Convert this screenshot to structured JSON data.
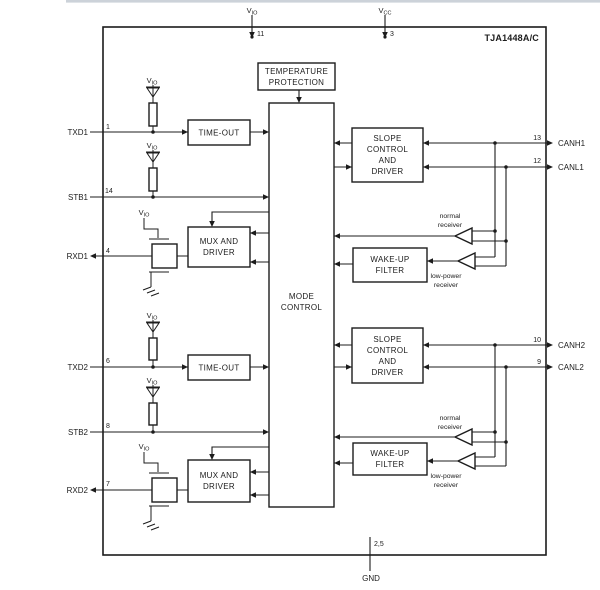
{
  "diagram": {
    "title": "TJA1448A/C",
    "colors": {
      "line": "#1c1c1c",
      "background": "#ffffff",
      "top_bar": "#ccd2d9"
    },
    "top_pins": [
      {
        "main": "V",
        "sub": "IO",
        "number": "11"
      },
      {
        "main": "V",
        "sub": "CC",
        "number": "3"
      }
    ],
    "bottom_pin": {
      "label": "GND",
      "number": "2,5"
    },
    "left_pins": [
      {
        "label": "TXD1",
        "number": "1"
      },
      {
        "label": "STB1",
        "number": "14"
      },
      {
        "label": "RXD1",
        "number": "4"
      },
      {
        "label": "TXD2",
        "number": "6"
      },
      {
        "label": "STB2",
        "number": "8"
      },
      {
        "label": "RXD2",
        "number": "7"
      }
    ],
    "right_pins": [
      {
        "label": "CANH1",
        "number": "13"
      },
      {
        "label": "CANL1",
        "number": "12"
      },
      {
        "label": "CANH2",
        "number": "10"
      },
      {
        "label": "CANL2",
        "number": "9"
      }
    ],
    "rail": {
      "main": "V",
      "sub": "IO"
    },
    "blocks": {
      "temperature_protection": [
        "TEMPERATURE",
        "PROTECTION"
      ],
      "mode_control": [
        "MODE",
        "CONTROL"
      ],
      "timeout": "TIME-OUT",
      "mux_driver": [
        "MUX AND",
        "DRIVER"
      ],
      "slope_driver": [
        "SLOPE",
        "CONTROL",
        "AND",
        "DRIVER"
      ],
      "wakeup_filter": [
        "WAKE-UP",
        "FILTER"
      ]
    },
    "receiver_labels": {
      "normal": [
        "normal",
        "receiver"
      ],
      "low_power": [
        "low-power",
        "receiver"
      ]
    }
  }
}
